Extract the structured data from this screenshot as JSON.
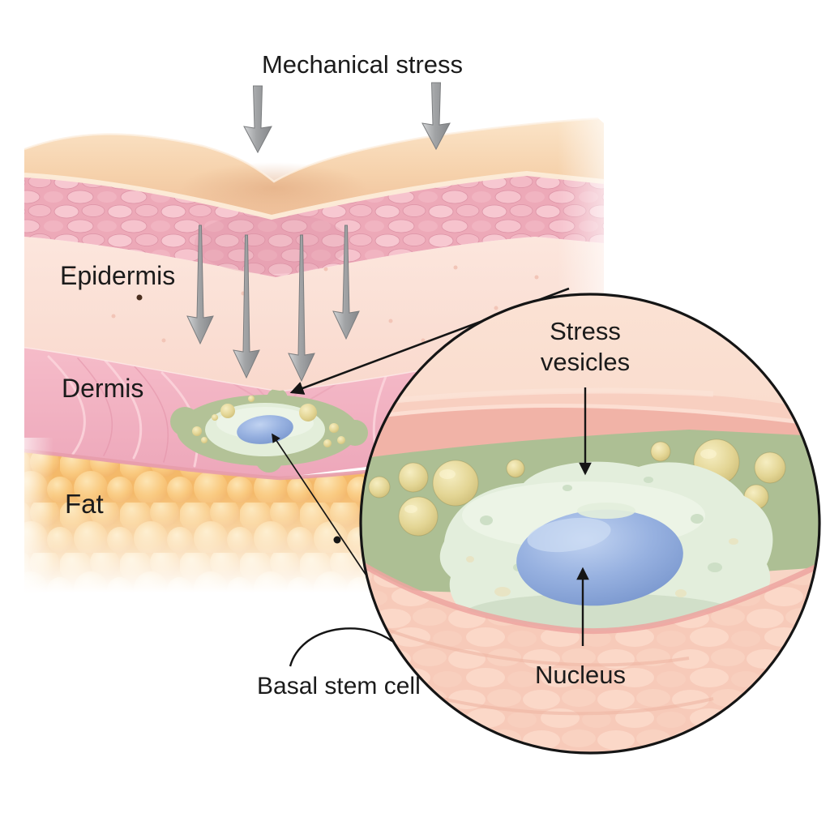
{
  "figure": {
    "title": "Mechanical stress",
    "layer_labels": {
      "epidermis": "Epidermis",
      "dermis": "Dermis",
      "fat": "Fat"
    },
    "inset_labels": {
      "stress_vesicles": "Stress vesicles",
      "nucleus": "Nucleus",
      "basal_stem_cell": "Basal stem cell"
    },
    "colors": {
      "background": "#ffffff",
      "skin_surface": "#f6d2ac",
      "stratum_band": "#eeacbb",
      "epidermis": "#fce4da",
      "dermis": "#f2b0bf",
      "fat": "#f9c87d",
      "matrix_green": "#adbf94",
      "vesicle_yellow": "#e3d594",
      "cell_body": "#e3eedc",
      "nucleus_blue": "#86a4d8",
      "inset_tissue_pink": "#f8d8ca",
      "arrow_gray": "#9a9c9e",
      "line_black": "#151515"
    }
  }
}
